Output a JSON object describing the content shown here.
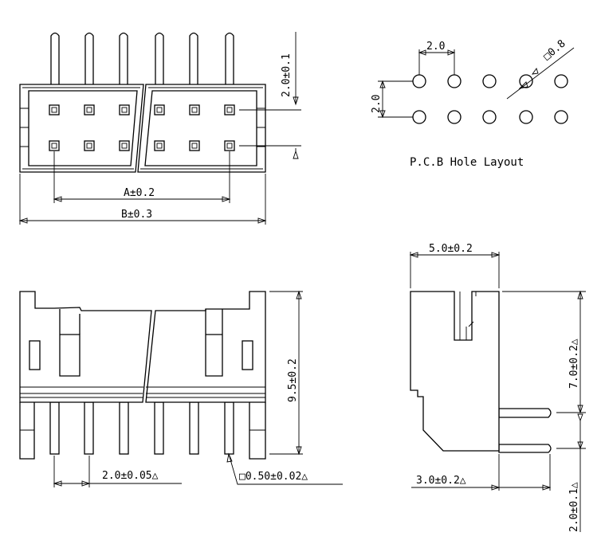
{
  "labels": {
    "dim_a": "A±0.2",
    "dim_b": "B±0.3",
    "pin_height": "2.0±0.1",
    "pitch_top": "2.0",
    "pitch_side": "2.0",
    "hole_size": "□0.8",
    "pcb_title": "P.C.B Hole Layout",
    "height_front": "9.5±0.2",
    "pitch_front": "2.0±0.05△",
    "pin_square": "□0.50±0.02△",
    "width_side": "5.0±0.2",
    "height_side": "7.0±0.2△",
    "pin_offset": "3.0±0.2△",
    "row_spacing": "2.0±0.1△"
  }
}
